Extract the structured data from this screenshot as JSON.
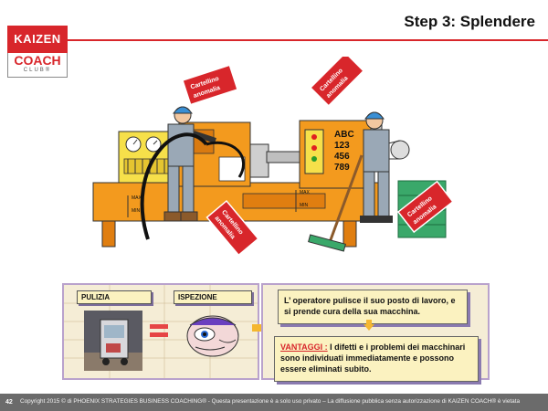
{
  "logo": {
    "line1": "KAIZEN",
    "coach": "COACH",
    "club": "CLUB®"
  },
  "title": "Step 3: Splendere",
  "colors": {
    "accent": "#d8262b",
    "machine": "#f39a1e",
    "panel_bg": "#f5edd6",
    "box_bg": "#fbf2c0",
    "panel_border": "#b9a2cc",
    "footer_bg": "#6b6b6b"
  },
  "illustration": {
    "tags": [
      {
        "line1": "Cartellino",
        "line2": "anomalia"
      },
      {
        "line1": "Cartellino",
        "line2": "anomalia"
      },
      {
        "line1": "Cartellino",
        "line2": "anomalia"
      },
      {
        "line1": "Cartellino",
        "line2": "anomalia"
      }
    ],
    "panel_text": {
      "l1": "ABC",
      "l2": "123",
      "l3": "456",
      "l4": "789"
    },
    "gauge_max_1": "MAX",
    "gauge_min_1": "MIN",
    "gauge_max_2": "MAX",
    "gauge_min_2": "MIN"
  },
  "bottom": {
    "pulizia": "PULIZIA",
    "ispezione": "ISPEZIONE",
    "box1": "L’ operatore pulisce il suo posto di lavoro, e si prende cura della sua macchina.",
    "vantaggi_label": "VANTAGGI :",
    "box2_text": " I difetti e i problemi dei macchinari  sono individuati immediatamente e possono essere eliminati subito."
  },
  "footer": {
    "page": "42",
    "copyright": "Copyright 2015 © di PHOENIX STRATEGIES BUSINESS COACHING® - Questa presentazione è a solo uso privato – La diffusione pubblica senza autorizzazione di KAIZEN COACH® è vietata"
  }
}
